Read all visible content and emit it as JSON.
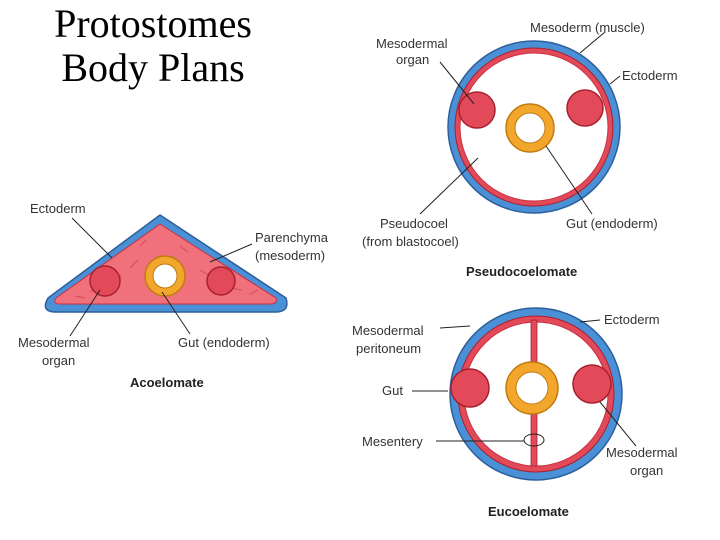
{
  "title": {
    "line1": "Protostomes",
    "line2": "Body Plans"
  },
  "colors": {
    "ectoderm": "#4a90d6",
    "ectoderm_edge": "#2d5f9a",
    "mesoderm": "#e24a5a",
    "mesoderm_fill": "#f0707c",
    "cavity": "#ffffff",
    "endoderm": "#f2a72c",
    "endoderm_edge": "#c27a10"
  },
  "acoelomate": {
    "caption": "Acoelomate",
    "ectoderm": "Ectoderm",
    "parenchyma_1": "Parenchyma",
    "parenchyma_2": "(mesoderm)",
    "mesodermal_organ_1": "Mesodermal",
    "mesodermal_organ_2": "organ",
    "gut": "Gut (endoderm)"
  },
  "pseudocoelomate": {
    "caption": "Pseudocoelomate",
    "mesoderm_muscle": "Mesoderm (muscle)",
    "mesodermal_organ_1": "Mesodermal",
    "mesodermal_organ_2": "organ",
    "ectoderm": "Ectoderm",
    "pseudocoel_1": "Pseudocoel",
    "pseudocoel_2": "(from blastocoel)",
    "gut": "Gut (endoderm)"
  },
  "eucoelomate": {
    "caption": "Eucoelomate",
    "mesodermal_peritoneum_1": "Mesodermal",
    "mesodermal_peritoneum_2": "peritoneum",
    "ectoderm": "Ectoderm",
    "gut": "Gut",
    "mesentery": "Mesentery",
    "mesodermal_organ_1": "Mesodermal",
    "mesodermal_organ_2": "organ"
  }
}
